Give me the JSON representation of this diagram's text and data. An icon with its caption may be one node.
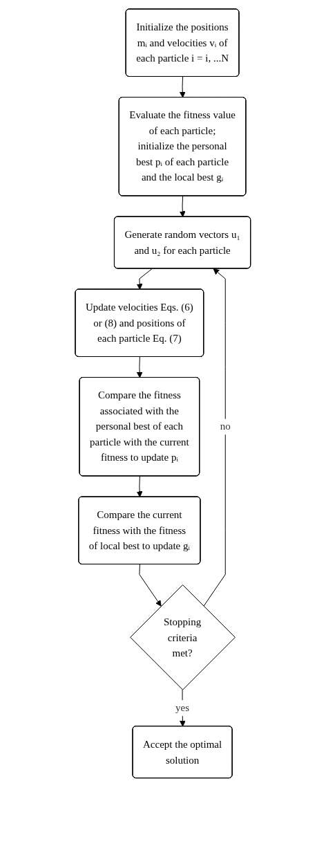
{
  "diagram": {
    "nodes": [
      {
        "text": [
          "Initialize the positions mᵢ and velocities vᵢ of each particle i = i, ...N"
        ]
      },
      {
        "text": [
          "Evaluate the fitness value of each particle; initialize the personal best pᵢ of each particle and the local best gᵢ"
        ]
      },
      {
        "text": [
          "Generate random vectors u₁ and u₂ for each particle"
        ]
      },
      {
        "text": [
          "Update velocities Eqs. (6) or (8) and positions of each particle Eq. (7)"
        ]
      },
      {
        "text": [
          "Compare the fitness associated with the personal best of each particle with the current fitness to update pᵢ"
        ]
      },
      {
        "text": [
          "Compare the current fitness with the fitness of local best to update gᵢ"
        ]
      },
      {
        "text": [
          "Stopping criteria met?"
        ]
      },
      {
        "text": [
          "Accept the optimal solution"
        ]
      }
    ],
    "edges": [
      {
        "from": 0,
        "to": 1,
        "arrow": "to"
      },
      {
        "from": 1,
        "to": 2,
        "arrow": "to"
      },
      {
        "from": 2,
        "to": 3,
        "arrow": "to"
      },
      {
        "from": 3,
        "to": 4,
        "arrow": "to"
      },
      {
        "from": 4,
        "to": 5,
        "arrow": "to"
      },
      {
        "from": 5,
        "to": 6,
        "arrow": "to"
      },
      {
        "from": 6,
        "to": 2,
        "label": "no",
        "arrow": "to"
      },
      {
        "from": 6,
        "to": 7,
        "label": "yes",
        "arrow": "to"
      }
    ]
  }
}
